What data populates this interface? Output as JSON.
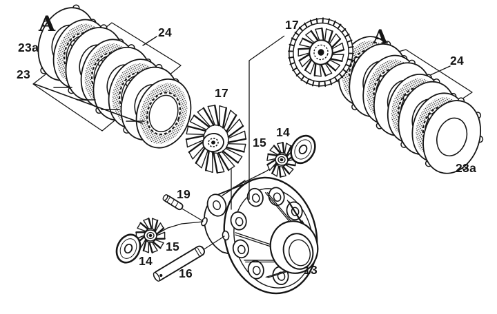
{
  "diagram": {
    "type": "exploded-parts-diagram",
    "background": "#ffffff",
    "ink": "#151515",
    "callouts": [
      {
        "id": "A-left",
        "text": "A"
      },
      {
        "id": "23a-left",
        "text": "23a"
      },
      {
        "id": "23-left",
        "text": "23"
      },
      {
        "id": "24-left",
        "text": "24"
      },
      {
        "id": "17-left",
        "text": "17"
      },
      {
        "id": "17-right",
        "text": "17"
      },
      {
        "id": "A-right",
        "text": "A"
      },
      {
        "id": "24-right",
        "text": "24"
      },
      {
        "id": "23a-right",
        "text": "23a"
      },
      {
        "id": "15-upper",
        "text": "15"
      },
      {
        "id": "14-upper",
        "text": "14"
      },
      {
        "id": "19",
        "text": "19"
      },
      {
        "id": "15-lower",
        "text": "15"
      },
      {
        "id": "14-lower",
        "text": "14"
      },
      {
        "id": "16",
        "text": "16"
      },
      {
        "id": "13",
        "text": "13"
      }
    ]
  }
}
